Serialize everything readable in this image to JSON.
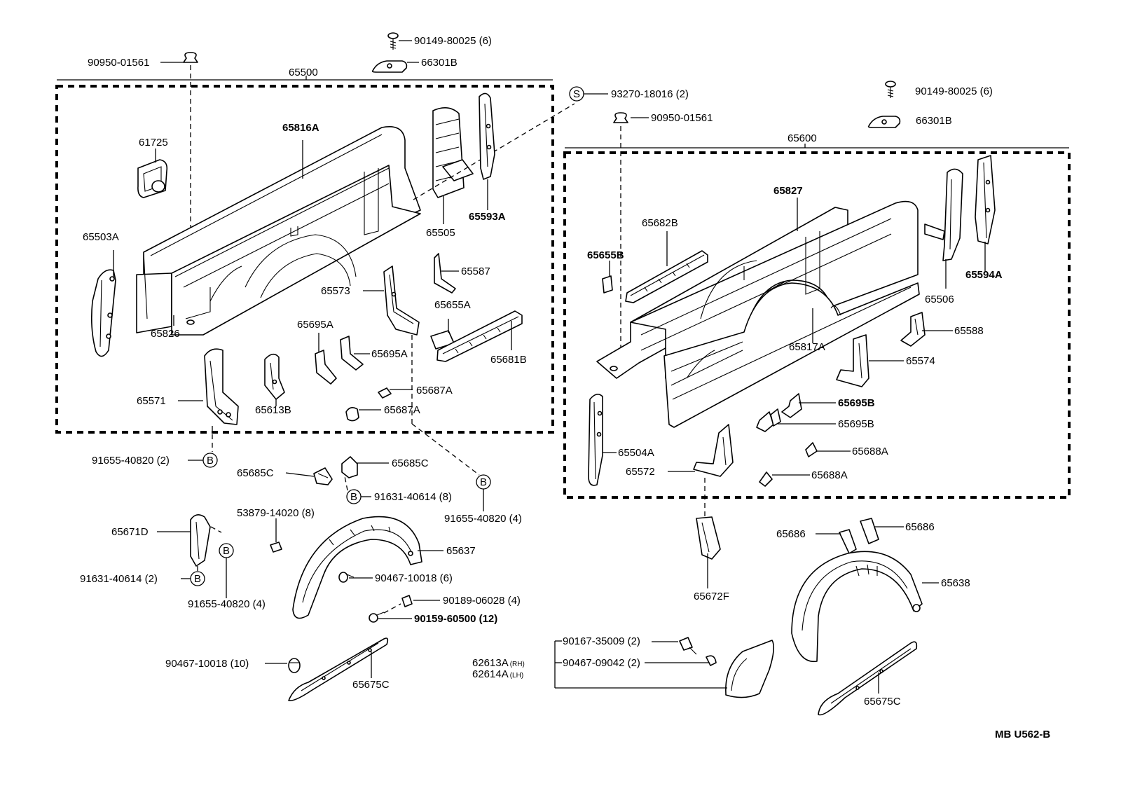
{
  "diagram_code": "MB U562-B",
  "callouts": {
    "b_letter": "B",
    "s_letter": "S"
  },
  "labels": {
    "p90950_left": "90950-01561",
    "p90149_left": "90149-80025 (6)",
    "p66301b_left": "66301B",
    "p65500": "65500",
    "p65816a": "65816A",
    "p61725": "61725",
    "p65503a": "65503A",
    "p65826": "65826",
    "p65505": "65505",
    "p65593a": "65593A",
    "p65587": "65587",
    "p65573": "65573",
    "p65655a": "65655A",
    "p65695a_1": "65695A",
    "p65695a_2": "65695A",
    "p65681b": "65681B",
    "p65687a_1": "65687A",
    "p65687a_2": "65687A",
    "p65571": "65571",
    "p65613b": "65613B",
    "p91655_2": "91655-40820 (2)",
    "p65685c_1": "65685C",
    "p65685c_2": "65685C",
    "p91631_8": "91631-40614 (8)",
    "p91655_4a": "91655-40820 (4)",
    "p65671d": "65671D",
    "p53879": "53879-14020 (8)",
    "p65637": "65637",
    "p91631_2": "91631-40614 (2)",
    "p91655_4b": "91655-40820 (4)",
    "p90467_6": "90467-10018 (6)",
    "p90189": "90189-06028 (4)",
    "p90159": "90159-60500 (12)",
    "p90467_10": "90467-10018 (10)",
    "p65675c_1": "65675C",
    "p93270": "93270-18016 (2)",
    "p90950_right": "90950-01561",
    "p90149_right": "90149-80025 (6)",
    "p66301b_right": "66301B",
    "p65600": "65600",
    "p65827": "65827",
    "p65682b": "65682B",
    "p65655b": "65655B",
    "p65594a": "65594A",
    "p65506": "65506",
    "p65817a": "65817A",
    "p65588": "65588",
    "p65574": "65574",
    "p65695b_1": "65695B",
    "p65695b_2": "65695B",
    "p65688a_1": "65688A",
    "p65688a_2": "65688A",
    "p65504a": "65504A",
    "p65572": "65572",
    "p65672f": "65672F",
    "p65686_1": "65686",
    "p65686_2": "65686",
    "p65638": "65638",
    "p90167": "90167-35009 (2)",
    "p62613a": "62613A",
    "p62613a_sfx": "(RH)",
    "p62614a": "62614A",
    "p62614a_sfx": "(LH)",
    "p90467_09042": "90467-09042 (2)",
    "p65675c_2": "65675C"
  }
}
